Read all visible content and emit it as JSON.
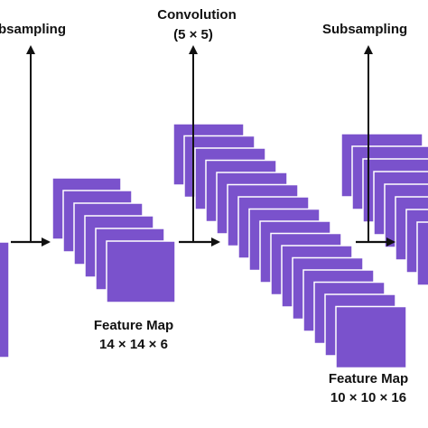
{
  "labels": {
    "subsampling_left": "bsampling",
    "convolution_title": "Convolution",
    "convolution_kernel": "(5 × 5)",
    "subsampling_right": "Subsampling",
    "feature_map_1_title": "Feature Map",
    "feature_map_1_dims": "14 × 14 × 6",
    "feature_map_2_title": "Feature Map",
    "feature_map_2_dims": "10 × 10 × 16"
  },
  "colors": {
    "map_fill": "#7a52cc",
    "map_stroke": "#ffffff",
    "arrow": "#111111"
  },
  "stacks": {
    "left_partial_maps": 1,
    "feature_map_1_maps": 6,
    "feature_map_2_maps": 16,
    "right_partial_maps": 8
  }
}
